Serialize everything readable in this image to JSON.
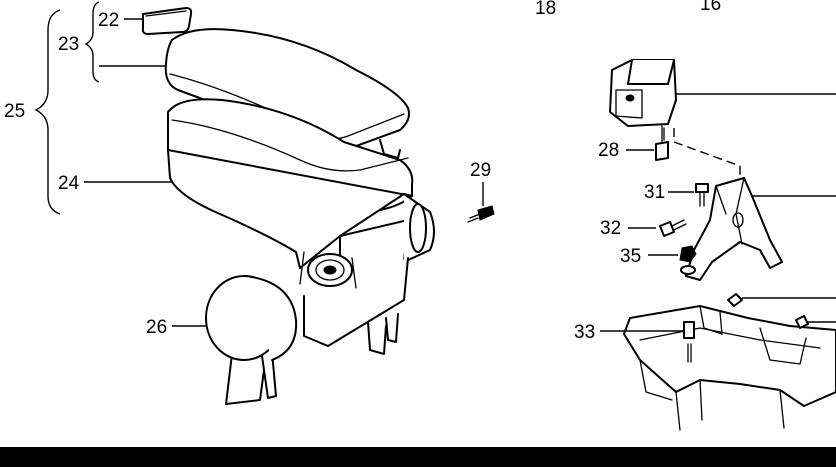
{
  "callouts": {
    "c18": "18",
    "c16": "16",
    "c22": "22",
    "c23": "23",
    "c25": "25",
    "c24": "24",
    "c29": "29",
    "c26": "26",
    "c28": "28",
    "c31": "31",
    "c32": "32",
    "c35": "35",
    "c33": "33"
  },
  "colors": {
    "line": "#000000",
    "background": "#ffffff",
    "bottom_bar": "#000000"
  }
}
